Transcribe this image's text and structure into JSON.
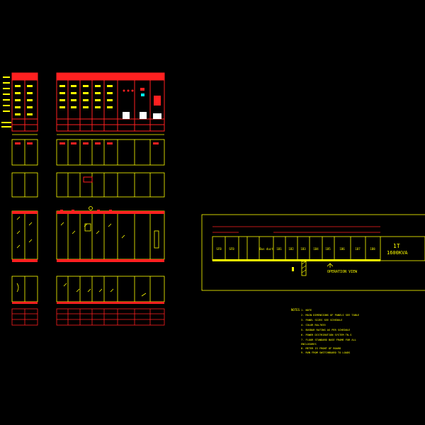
{
  "colors": {
    "background": "#000000",
    "outline": "#ffff00",
    "accent": "#ff2020",
    "highlight": "#ffffff",
    "cyan": "#00ffff"
  },
  "plan": {
    "panel_labels": [
      "SFB",
      "SFB",
      "",
      "",
      "Bus duct",
      "1B1",
      "1B2",
      "1B3",
      "1B4",
      "1B5",
      "1B6",
      "1B7",
      "1B8"
    ],
    "transformer_id": "1T",
    "transformer_rating": "1600KVA",
    "operation_view_label": "OPERATION VIEW"
  },
  "notes": {
    "heading": "NOTES",
    "lines": [
      "1. NOTE",
      "2. MAIN DIMENSIONS OF PANELS SEE TABLE",
      "3. PANEL SIZES SEE SCHEDULE",
      "4. COLOR RAL7035",
      "5. BUSBAR RATING AS PER SCHEDULE",
      "6. POWER DISTRIBUTION SYSTEM TN-S",
      "7. FLOOR STANDARD BASE FRAME FOR ALL",
      "   ENCLOSURES",
      "8. METER IS FRONT OF BOARD",
      "9. RUN FROM SWITCHBOARD TO LOADS"
    ]
  }
}
